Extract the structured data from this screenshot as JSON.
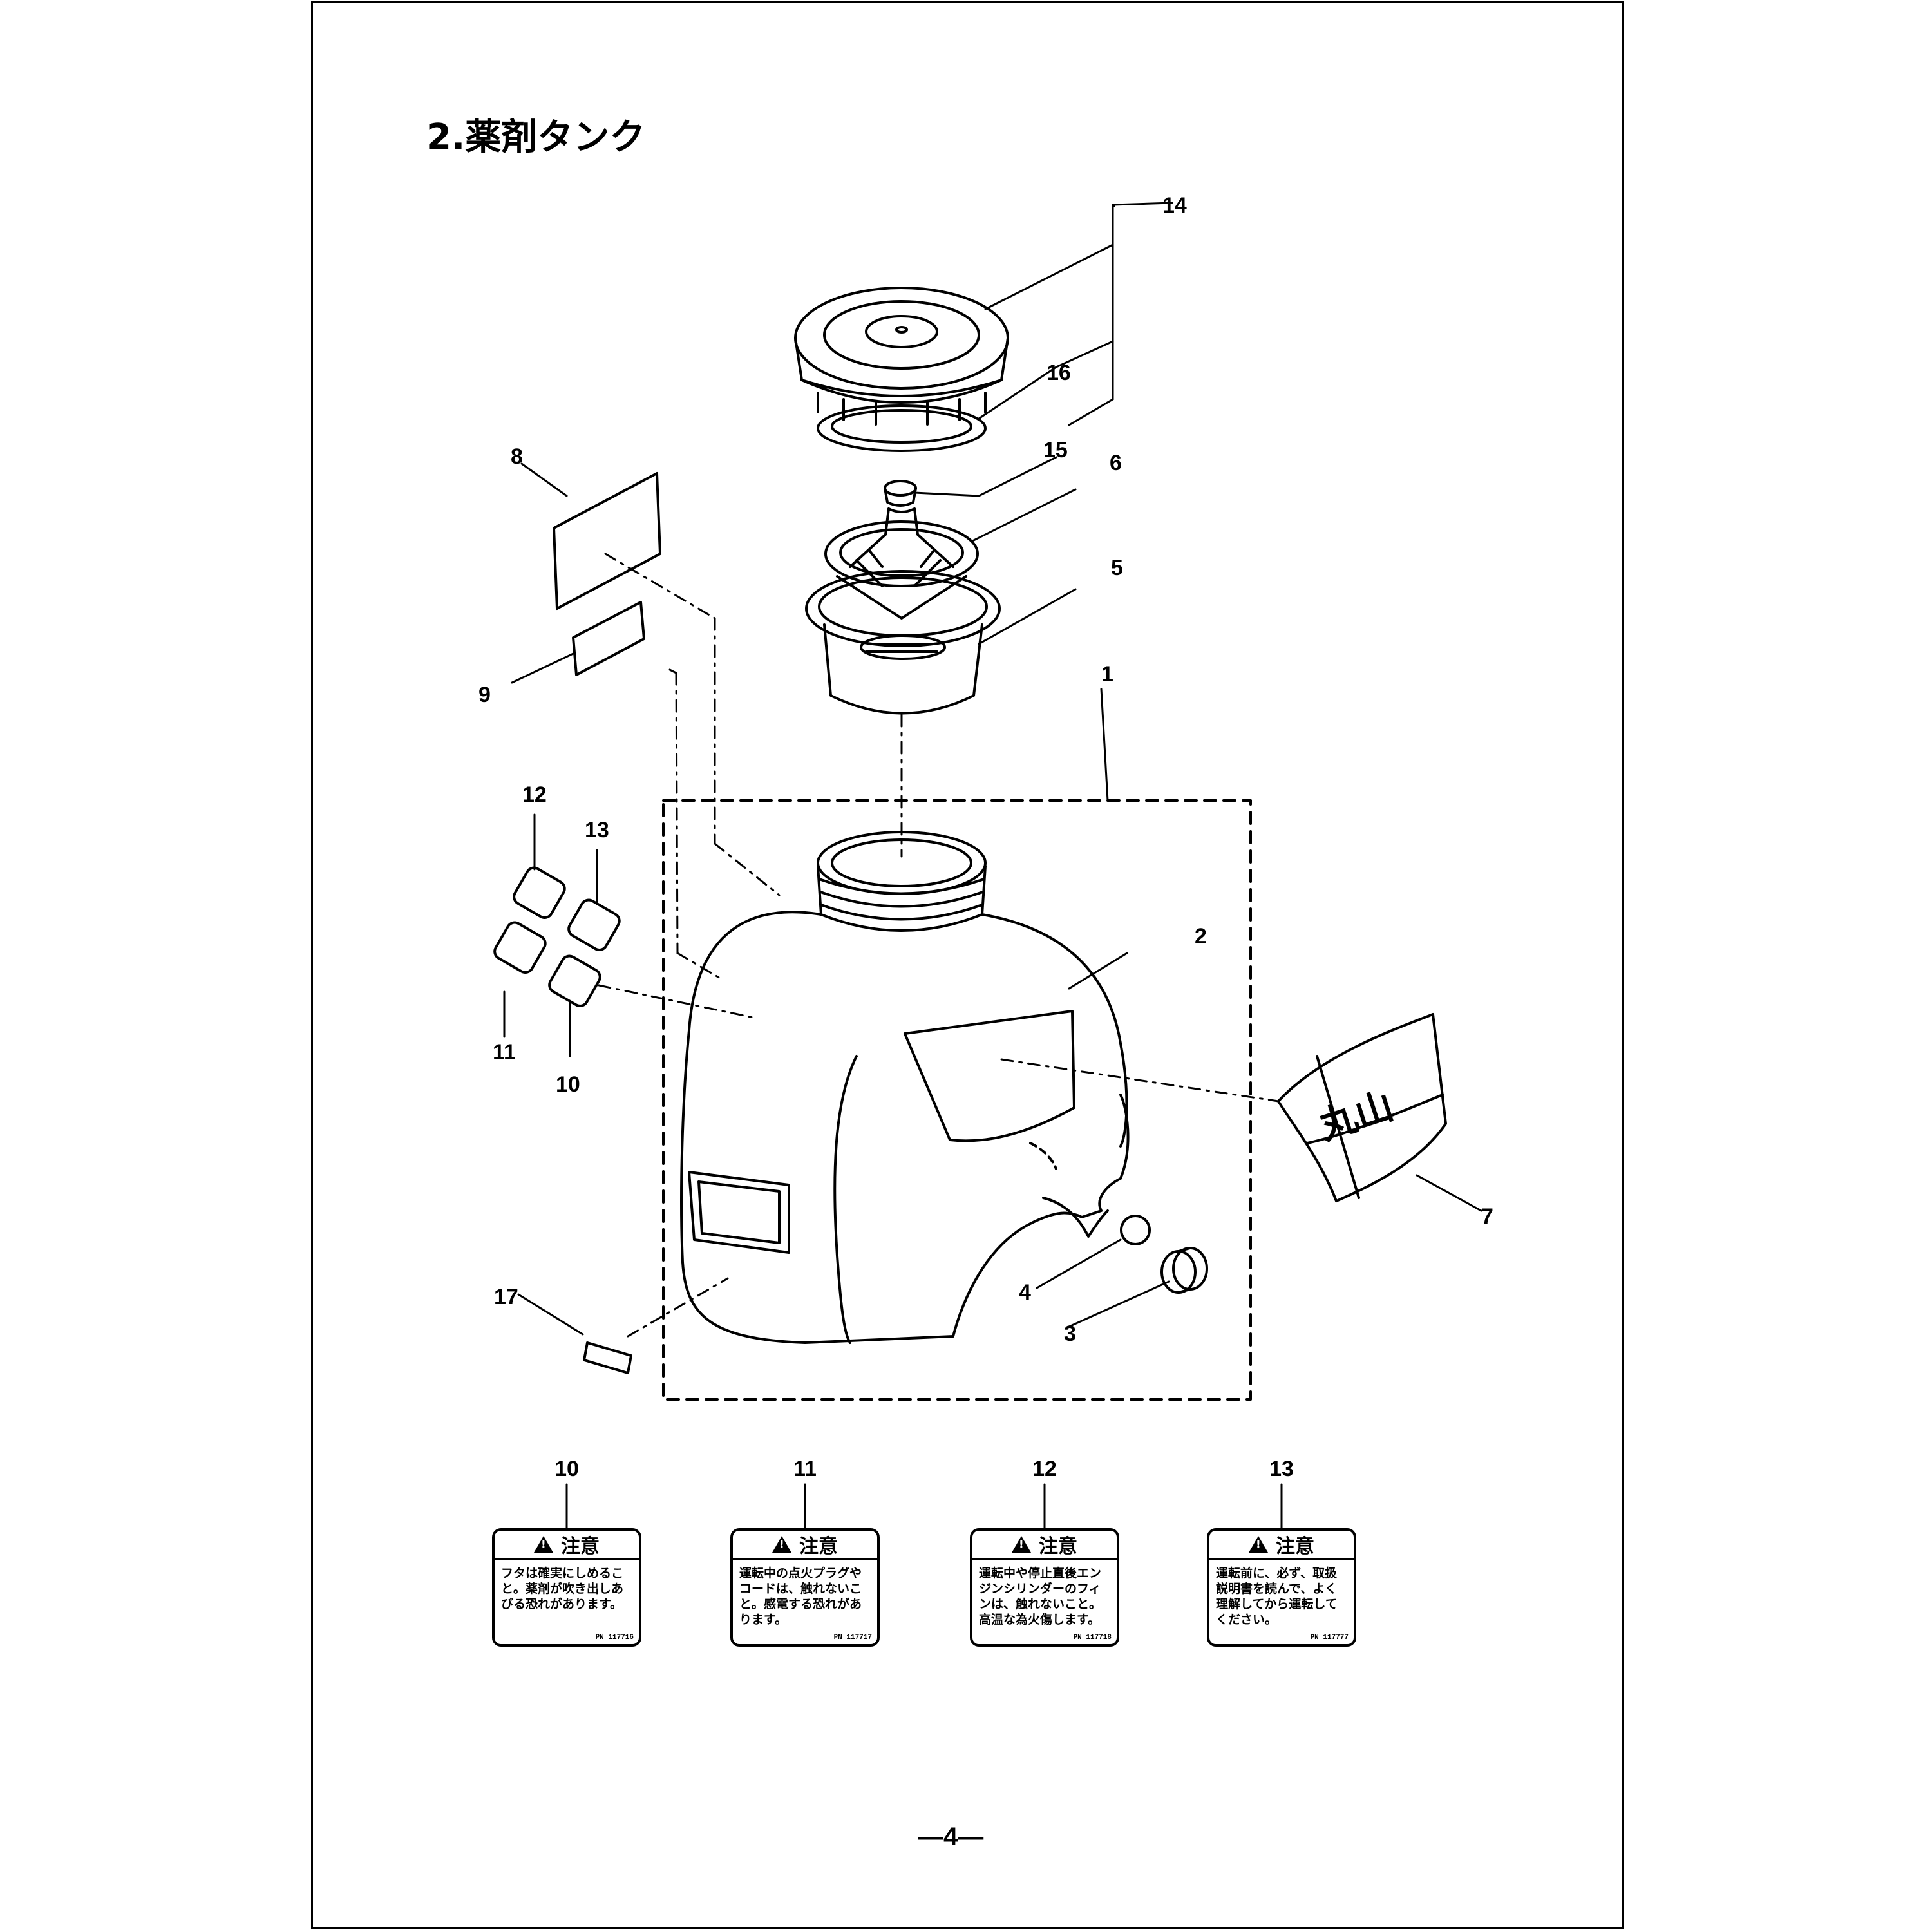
{
  "page": {
    "title": "2.薬剤タンク",
    "page_number": "—4—"
  },
  "callouts": {
    "c1": "1",
    "c2": "2",
    "c3": "3",
    "c4": "4",
    "c5": "5",
    "c6": "6",
    "c7": "7",
    "c8": "8",
    "c9": "9",
    "c10": "10",
    "c11": "11",
    "c12": "12",
    "c13": "13",
    "c14": "14",
    "c15": "15",
    "c16": "16",
    "c17": "17"
  },
  "cover_logo": "丸山",
  "labels": [
    {
      "number": "10",
      "heading": "注意",
      "text": "フタは確実にしめること。薬剤が吹き出しあびる恐れがあります。",
      "code": "PN 117716"
    },
    {
      "number": "11",
      "heading": "注意",
      "text": "運転中の点火プラグやコードは、触れないこと。感電する恐れがあります。",
      "code": "PN 117717"
    },
    {
      "number": "12",
      "heading": "注意",
      "text": "運転中や停止直後エンジンシリンダーのフィンは、触れないこと。高温な為火傷します。",
      "code": "PN 117718"
    },
    {
      "number": "13",
      "heading": "注意",
      "text": "運転前に、必ず、取扱説明書を読んで、よく理解してから運転してください。",
      "code": "PN 117777"
    }
  ]
}
